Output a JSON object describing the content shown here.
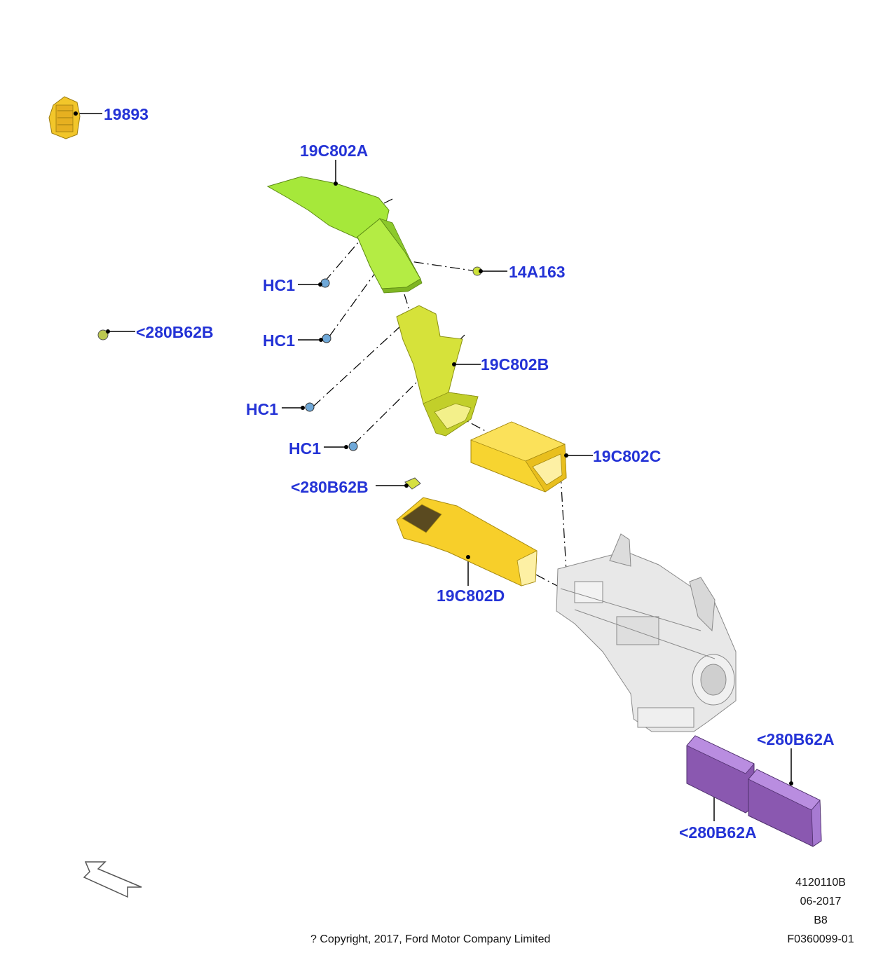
{
  "callouts": {
    "c19893": "19893",
    "c19c802a": "19C802A",
    "c14a163": "14A163",
    "hc1_a": "HC1",
    "hc1_b": "HC1",
    "hc1_c": "HC1",
    "hc1_d": "HC1",
    "c280b62b_left": "<280B62B",
    "c280b62b_mid": "<280B62B",
    "c19c802b": "19C802B",
    "c19c802c": "19C802C",
    "c19c802d": "19C802D",
    "c280b62a_top": "<280B62A",
    "c280b62a_bottom": "<280B62A"
  },
  "footer": {
    "copyright": "? Copyright, 2017, Ford Motor Company Limited",
    "code1": "4120110B",
    "date": "06-2017",
    "code2": "B8",
    "code3": "F0360099-01"
  },
  "colors": {
    "label": "#2433d6",
    "green": "#a6e83a",
    "yellow_green": "#d6e23a",
    "yellow": "#f7cf2a",
    "purple": "#a87ad2",
    "housing": "#e6e6e6"
  }
}
